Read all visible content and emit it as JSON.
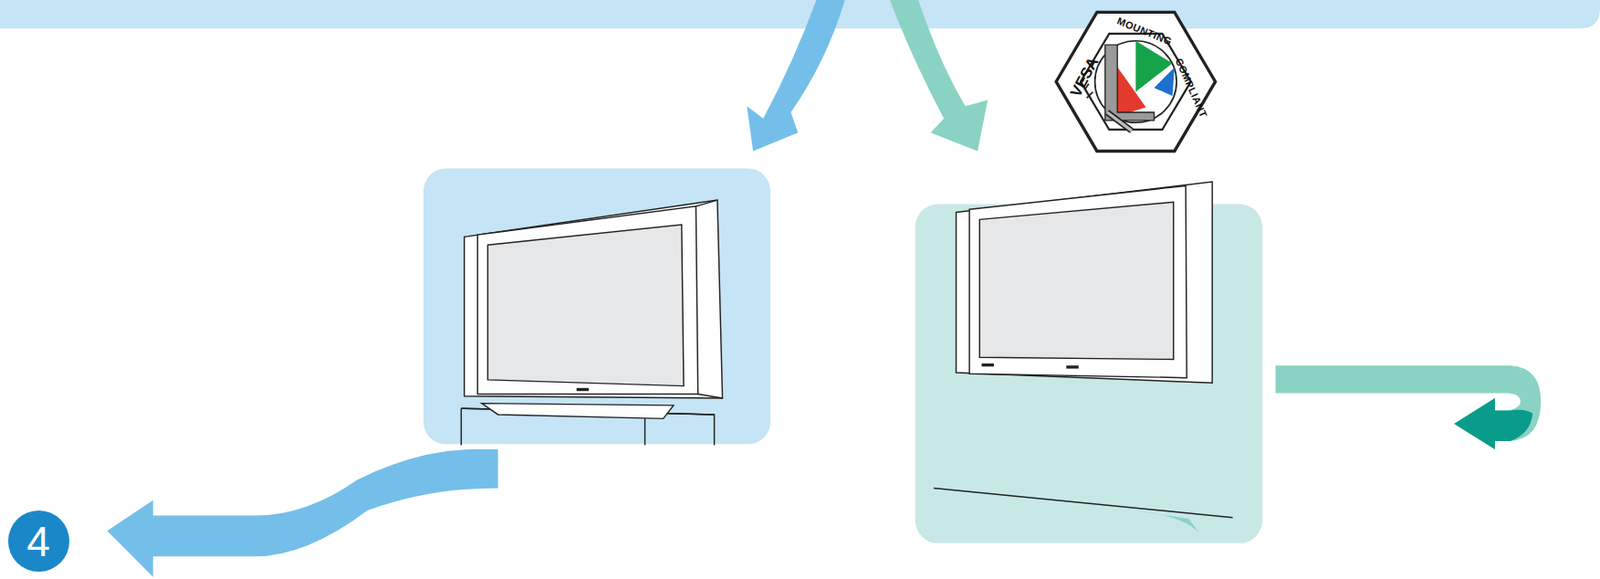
{
  "diagram": {
    "labels": [
      "VESA",
      "MOUNTING",
      "COMPLIANT",
      "4"
    ]
  }
}
